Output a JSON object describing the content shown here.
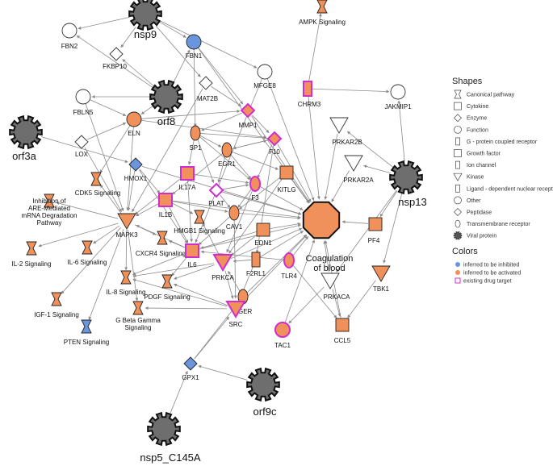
{
  "colors": {
    "inhibited": "#6b95dc",
    "activated": "#f0905a",
    "drug_border": "#d12cd0",
    "virus": "#6e6e6e",
    "neutral": "#ffffff",
    "edge": "#8a8a8a"
  },
  "nodes": [
    {
      "id": "nsp9",
      "label": "nsp9",
      "shape": "viral",
      "fill": "virus",
      "big": true
    },
    {
      "id": "orf8",
      "label": "orf8",
      "shape": "viral",
      "fill": "virus",
      "big": true
    },
    {
      "id": "orf3a",
      "label": "orf3a",
      "shape": "viral",
      "fill": "virus",
      "big": true
    },
    {
      "id": "nsp13",
      "label": "nsp13",
      "shape": "viral",
      "fill": "virus",
      "big": true
    },
    {
      "id": "orf9c",
      "label": "orf9c",
      "shape": "viral",
      "fill": "virus",
      "big": true
    },
    {
      "id": "nsp5",
      "label": "nsp5_C145A",
      "shape": "viral",
      "fill": "virus",
      "big": true
    },
    {
      "id": "coag",
      "label": "Coagulation of blood",
      "shape": "octagon",
      "fill": "activated"
    },
    {
      "id": "fbn2",
      "label": "FBN2",
      "shape": "circle",
      "fill": "neutral"
    },
    {
      "id": "fbn1",
      "label": "FBN1",
      "shape": "circle",
      "fill": "inhibited"
    },
    {
      "id": "fkbp10",
      "label": "FKBP10",
      "shape": "diamond",
      "fill": "neutral"
    },
    {
      "id": "mfge8",
      "label": "MFGE8",
      "shape": "circle",
      "fill": "neutral"
    },
    {
      "id": "mat2b",
      "label": "MAT2B",
      "shape": "diamond",
      "fill": "neutral"
    },
    {
      "id": "fbln5",
      "label": "FBLN5",
      "shape": "circle",
      "fill": "neutral"
    },
    {
      "id": "eln",
      "label": "ELN",
      "shape": "circle",
      "fill": "activated"
    },
    {
      "id": "chrm3",
      "label": "CHRM3",
      "shape": "rect",
      "fill": "activated",
      "drug": true
    },
    {
      "id": "jakmip1",
      "label": "JAKMIP1",
      "shape": "circle",
      "fill": "neutral"
    },
    {
      "id": "mmp1",
      "label": "MMP1",
      "shape": "diamond",
      "fill": "activated",
      "drug": true
    },
    {
      "id": "sp1",
      "label": "SP1",
      "shape": "ellipse",
      "fill": "activated"
    },
    {
      "id": "f10",
      "label": "F10",
      "shape": "diamond",
      "fill": "activated",
      "drug": true
    },
    {
      "id": "prkar2b",
      "label": "PRKAR2B",
      "shape": "triangle",
      "fill": "neutral"
    },
    {
      "id": "lox",
      "label": "LOX",
      "shape": "diamond",
      "fill": "neutral"
    },
    {
      "id": "egr1",
      "label": "EGR1",
      "shape": "ellipse",
      "fill": "activated"
    },
    {
      "id": "hmox1",
      "label": "HMOX1",
      "shape": "diamond",
      "fill": "inhibited"
    },
    {
      "id": "il17a",
      "label": "IL17A",
      "shape": "square",
      "fill": "activated",
      "drug": true
    },
    {
      "id": "f3",
      "label": "F3",
      "shape": "ellipse",
      "fill": "activated",
      "drug": true
    },
    {
      "id": "kitlg",
      "label": "KITLG",
      "shape": "square",
      "fill": "activated"
    },
    {
      "id": "prkar2a",
      "label": "PRKAR2A",
      "shape": "triangle",
      "fill": "neutral"
    },
    {
      "id": "cdk5",
      "label": "CDK5 Signaling",
      "shape": "pathway",
      "fill": "activated"
    },
    {
      "id": "plat",
      "label": "PLAT",
      "shape": "diamond",
      "fill": "neutral",
      "drug": true
    },
    {
      "id": "il1b",
      "label": "IL1B",
      "shape": "square",
      "fill": "activated",
      "drug": true
    },
    {
      "id": "are",
      "label": "Inhibition of ARE-Mediated mRNA Degradation Pathway",
      "shape": "pathway",
      "fill": "activated"
    },
    {
      "id": "mapk3",
      "label": "MAPK3",
      "shape": "triangle",
      "fill": "activated"
    },
    {
      "id": "hmgb1",
      "label": "HMGB1 Signaling",
      "shape": "pathway",
      "fill": "activated"
    },
    {
      "id": "cav1",
      "label": "CAV1",
      "shape": "ellipse",
      "fill": "activated"
    },
    {
      "id": "edn1",
      "label": "EDN1",
      "shape": "square",
      "fill": "activated"
    },
    {
      "id": "pf4",
      "label": "PF4",
      "shape": "square",
      "fill": "activated"
    },
    {
      "id": "il2",
      "label": "IL-2 Signaling",
      "shape": "pathway",
      "fill": "activated"
    },
    {
      "id": "il6sig",
      "label": "IL-6 Signaling",
      "shape": "pathway",
      "fill": "activated"
    },
    {
      "id": "cxcr4",
      "label": "CXCR4 Signaling",
      "shape": "pathway",
      "fill": "activated"
    },
    {
      "id": "il6",
      "label": "IL6",
      "shape": "square",
      "fill": "activated",
      "drug": true
    },
    {
      "id": "prkca",
      "label": "PRKCA",
      "shape": "triangle",
      "fill": "activated",
      "drug": true
    },
    {
      "id": "f2rl1",
      "label": "F2RL1",
      "shape": "rect",
      "fill": "activated"
    },
    {
      "id": "tlr4",
      "label": "TLR4",
      "shape": "ellipse",
      "fill": "activated",
      "drug": true
    },
    {
      "id": "prkaca",
      "label": "PRKACA",
      "shape": "triangle",
      "fill": "neutral"
    },
    {
      "id": "tbk1",
      "label": "TBK1",
      "shape": "triangle",
      "fill": "activated"
    },
    {
      "id": "il8",
      "label": "IL-8 Signaling",
      "shape": "pathway",
      "fill": "activated"
    },
    {
      "id": "pdgf",
      "label": "PDGF Signaling",
      "shape": "pathway",
      "fill": "activated"
    },
    {
      "id": "ager",
      "label": "AGER",
      "shape": "ellipse",
      "fill": "activated"
    },
    {
      "id": "igf1",
      "label": "IGF-1 Signaling",
      "shape": "pathway",
      "fill": "activated"
    },
    {
      "id": "gbg",
      "label": "G Beta Gamma Signaling",
      "shape": "pathway",
      "fill": "activated"
    },
    {
      "id": "src",
      "label": "SRC",
      "shape": "triangle",
      "fill": "activated",
      "drug": true
    },
    {
      "id": "tac1",
      "label": "TAC1",
      "shape": "circle",
      "fill": "activated",
      "drug": true
    },
    {
      "id": "ccl5",
      "label": "CCL5",
      "shape": "square",
      "fill": "activated"
    },
    {
      "id": "pten",
      "label": "PTEN Signaling",
      "shape": "pathway",
      "fill": "inhibited"
    },
    {
      "id": "gpx1",
      "label": "GPX1",
      "shape": "diamond",
      "fill": "inhibited"
    },
    {
      "id": "ampk",
      "label": "AMPK Signaling",
      "shape": "pathway",
      "fill": "activated"
    }
  ],
  "edges": [
    [
      "nsp9",
      "fbn2"
    ],
    [
      "nsp9",
      "fbn1"
    ],
    [
      "nsp9",
      "fkbp10"
    ],
    [
      "nsp9",
      "mat2b"
    ],
    [
      "nsp9",
      "mfge8"
    ],
    [
      "orf8",
      "fbn2"
    ],
    [
      "orf8",
      "fkbp10"
    ],
    [
      "orf8",
      "fbln5"
    ],
    [
      "orf8",
      "eln"
    ],
    [
      "orf8",
      "fbn1"
    ],
    [
      "orf3a",
      "hmox1"
    ],
    [
      "nsp13",
      "jakmip1"
    ],
    [
      "nsp13",
      "prkar2b"
    ],
    [
      "nsp13",
      "prkar2a"
    ],
    [
      "nsp13",
      "prkaca"
    ],
    [
      "nsp13",
      "tbk1"
    ],
    [
      "nsp13",
      "pf4"
    ],
    [
      "orf9c",
      "gpx1"
    ],
    [
      "nsp5",
      "gpx1"
    ],
    [
      "chrm3",
      "ampk"
    ],
    [
      "chrm3",
      "coag"
    ],
    [
      "chrm3",
      "jakmip1"
    ],
    [
      "fbn1",
      "coag"
    ],
    [
      "fbn1",
      "mmp1"
    ],
    [
      "fbn1",
      "sp1"
    ],
    [
      "mat2b",
      "mmp1"
    ],
    [
      "mat2b",
      "mapk3"
    ],
    [
      "fbln5",
      "eln"
    ],
    [
      "fbln5",
      "mapk3"
    ],
    [
      "eln",
      "mapk3"
    ],
    [
      "eln",
      "cdk5"
    ],
    [
      "eln",
      "mmp1"
    ],
    [
      "eln",
      "f10"
    ],
    [
      "lox",
      "eln"
    ],
    [
      "lox",
      "mapk3"
    ],
    [
      "hmox1",
      "mapk3"
    ],
    [
      "hmox1",
      "il1b"
    ],
    [
      "hmox1",
      "coag"
    ],
    [
      "hmox1",
      "il6"
    ],
    [
      "mmp1",
      "sp1"
    ],
    [
      "mmp1",
      "coag"
    ],
    [
      "mmp1",
      "f10"
    ],
    [
      "mfge8",
      "coag"
    ],
    [
      "mfge8",
      "il6"
    ],
    [
      "sp1",
      "f3"
    ],
    [
      "sp1",
      "plat"
    ],
    [
      "sp1",
      "il17a"
    ],
    [
      "sp1",
      "egr1"
    ],
    [
      "sp1",
      "f10"
    ],
    [
      "egr1",
      "f3"
    ],
    [
      "egr1",
      "kitlg"
    ],
    [
      "egr1",
      "f10"
    ],
    [
      "egr1",
      "plat"
    ],
    [
      "egr1",
      "il1b"
    ],
    [
      "f10",
      "coag"
    ],
    [
      "f10",
      "f2rl1"
    ],
    [
      "f10",
      "f3"
    ],
    [
      "f10",
      "egr1"
    ],
    [
      "prkar2b",
      "coag"
    ],
    [
      "prkar2a",
      "coag"
    ],
    [
      "prkaca",
      "coag"
    ],
    [
      "prkaca",
      "ccl5"
    ],
    [
      "prkaca",
      "tac1"
    ],
    [
      "tbk1",
      "ccl5"
    ],
    [
      "pf4",
      "coag"
    ],
    [
      "il17a",
      "mapk3"
    ],
    [
      "il17a",
      "il6"
    ],
    [
      "il17a",
      "f3"
    ],
    [
      "il1b",
      "mapk3"
    ],
    [
      "il1b",
      "il6"
    ],
    [
      "il1b",
      "cav1"
    ],
    [
      "il1b",
      "coag"
    ],
    [
      "il1b",
      "hmgb1"
    ],
    [
      "f3",
      "coag"
    ],
    [
      "f3",
      "cav1"
    ],
    [
      "f3",
      "prkca"
    ],
    [
      "kitlg",
      "coag"
    ],
    [
      "kitlg",
      "prkca"
    ],
    [
      "kitlg",
      "cav1"
    ],
    [
      "plat",
      "coag"
    ],
    [
      "plat",
      "cav1"
    ],
    [
      "plat",
      "f3"
    ],
    [
      "mapk3",
      "are"
    ],
    [
      "mapk3",
      "il2"
    ],
    [
      "mapk3",
      "il6sig"
    ],
    [
      "mapk3",
      "igf1"
    ],
    [
      "mapk3",
      "pten"
    ],
    [
      "mapk3",
      "il8"
    ],
    [
      "mapk3",
      "cxcr4"
    ],
    [
      "mapk3",
      "cdk5"
    ],
    [
      "mapk3",
      "gbg"
    ],
    [
      "cav1",
      "coag"
    ],
    [
      "cav1",
      "il6"
    ],
    [
      "cav1",
      "src"
    ],
    [
      "edn1",
      "coag"
    ],
    [
      "edn1",
      "prkca"
    ],
    [
      "edn1",
      "il6"
    ],
    [
      "il6",
      "coag"
    ],
    [
      "il6",
      "mapk3"
    ],
    [
      "il6",
      "il8"
    ],
    [
      "il6",
      "cxcr4"
    ],
    [
      "il6",
      "pdgf"
    ],
    [
      "prkca",
      "coag"
    ],
    [
      "prkca",
      "hmgb1"
    ],
    [
      "prkca",
      "il8"
    ],
    [
      "prkca",
      "pdgf"
    ],
    [
      "prkca",
      "src"
    ],
    [
      "f2rl1",
      "coag"
    ],
    [
      "f2rl1",
      "prkca"
    ],
    [
      "f2rl1",
      "src"
    ],
    [
      "tlr4",
      "coag"
    ],
    [
      "tlr4",
      "ccl5"
    ],
    [
      "tlr4",
      "il6"
    ],
    [
      "ager",
      "coag"
    ],
    [
      "ager",
      "prkca"
    ],
    [
      "ager",
      "src"
    ],
    [
      "src",
      "coag"
    ],
    [
      "src",
      "gbg"
    ],
    [
      "src",
      "pdgf"
    ],
    [
      "src",
      "il8"
    ],
    [
      "tac1",
      "coag"
    ],
    [
      "ccl5",
      "coag"
    ],
    [
      "gpx1",
      "src"
    ],
    [
      "gpx1",
      "ager"
    ]
  ],
  "legend": {
    "shapes_title": "Shapes",
    "shape_items": [
      "Canonical pathway",
      "Cytokine",
      "Enzyme",
      "Function",
      "G - protein coupled receptor",
      "Growth factor",
      "Ion channel",
      "Kinase",
      "Ligand - dependent nuclear receptor",
      "Other",
      "Peptidase",
      "Transmembrane receptor",
      "Viral protein"
    ],
    "colors_title": "Colors",
    "color_items": [
      {
        "label": "inferred to be inhibited",
        "color": "inhibited"
      },
      {
        "label": "inferred to be activated",
        "color": "activated"
      },
      {
        "label": "existing drug target",
        "color": "drug"
      }
    ]
  }
}
